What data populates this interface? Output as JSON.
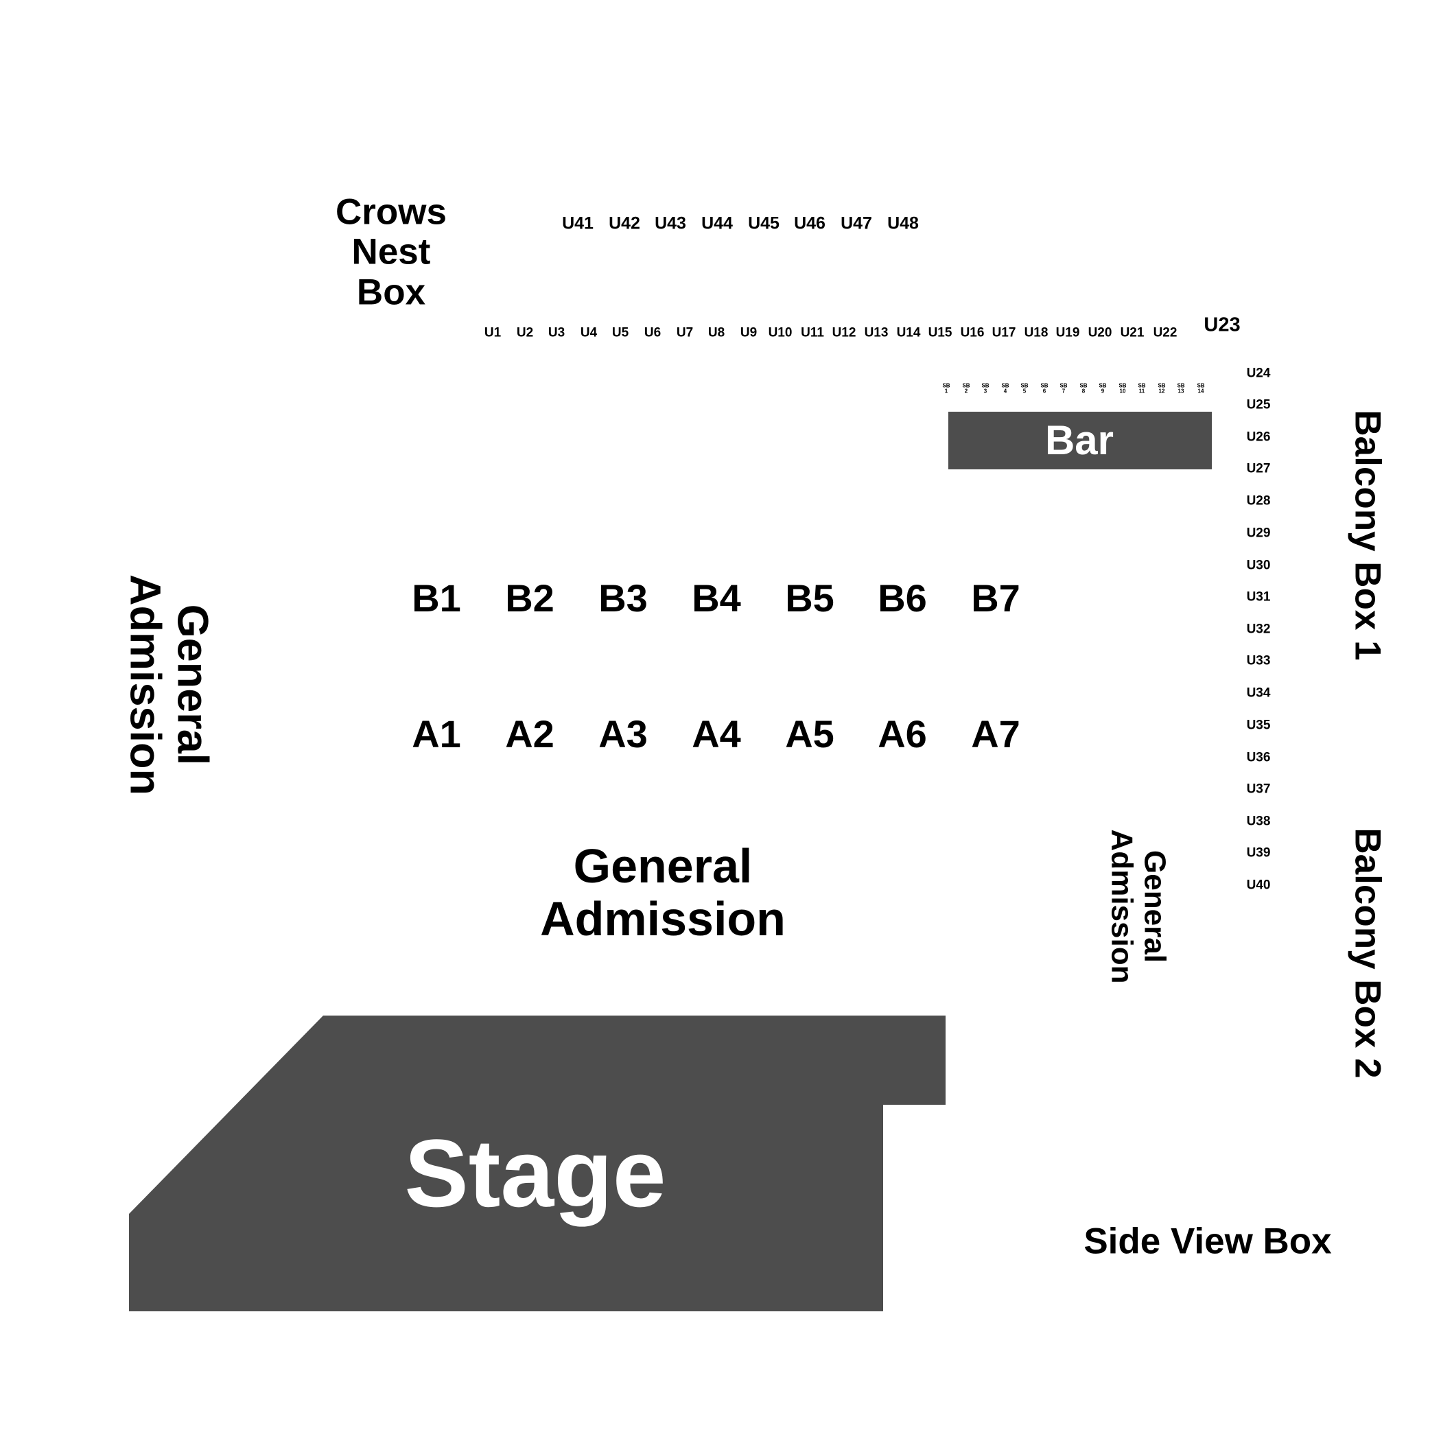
{
  "colors": {
    "background": "#ffffff",
    "fill": "#4d4d4d",
    "text": "#000000",
    "on_fill_text": "#ffffff"
  },
  "crows_nest": {
    "lines": [
      "Crows",
      "Nest",
      "Box"
    ]
  },
  "upper_row_top": [
    "U41",
    "U42",
    "U43",
    "U44",
    "U45",
    "U46",
    "U47",
    "U48"
  ],
  "upper_row_main": [
    "U1",
    "U2",
    "U3",
    "U4",
    "U5",
    "U6",
    "U7",
    "U8",
    "U9",
    "U10",
    "U11",
    "U12",
    "U13",
    "U14",
    "U15",
    "U16",
    "U17",
    "U18",
    "U19",
    "U20",
    "U21",
    "U22"
  ],
  "u23": "U23",
  "upper_column_right": [
    "U24",
    "U25",
    "U26",
    "U27",
    "U28",
    "U29",
    "U30",
    "U31",
    "U32",
    "U33",
    "U34",
    "U35",
    "U36",
    "U37",
    "U38",
    "U39",
    "U40"
  ],
  "bar_seats": [
    {
      "top": "SB",
      "num": "1"
    },
    {
      "top": "SB",
      "num": "2"
    },
    {
      "top": "SB",
      "num": "3"
    },
    {
      "top": "SB",
      "num": "4"
    },
    {
      "top": "SB",
      "num": "5"
    },
    {
      "top": "SB",
      "num": "6"
    },
    {
      "top": "SB",
      "num": "7"
    },
    {
      "top": "SB",
      "num": "8"
    },
    {
      "top": "SB",
      "num": "9"
    },
    {
      "top": "SB",
      "num": "10"
    },
    {
      "top": "SB",
      "num": "11"
    },
    {
      "top": "SB",
      "num": "12"
    },
    {
      "top": "SB",
      "num": "13"
    },
    {
      "top": "SB",
      "num": "14"
    }
  ],
  "bar_label": "Bar",
  "row_b": [
    "B1",
    "B2",
    "B3",
    "B4",
    "B5",
    "B6",
    "B7"
  ],
  "row_a": [
    "A1",
    "A2",
    "A3",
    "A4",
    "A5",
    "A6",
    "A7"
  ],
  "ga_left": {
    "lines": [
      "General",
      "Admission"
    ]
  },
  "ga_center": {
    "lines": [
      "General",
      "Admission"
    ]
  },
  "ga_right": {
    "lines": [
      "General",
      "Admission"
    ]
  },
  "balcony_box_1": "Balcony Box 1",
  "balcony_box_2": "Balcony Box 2",
  "stage_label": "Stage",
  "side_view_box": "Side View Box"
}
